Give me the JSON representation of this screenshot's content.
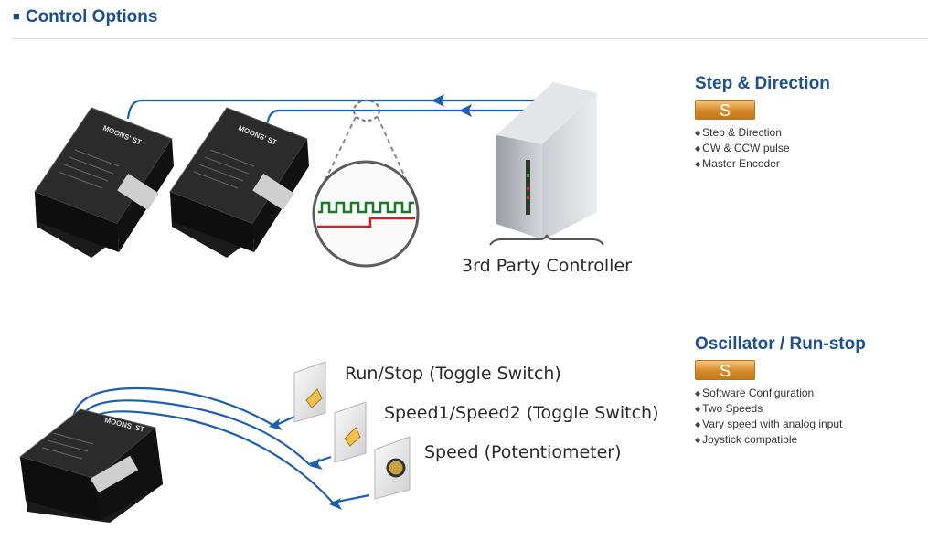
{
  "section": {
    "marker": "■",
    "title": "Control Options"
  },
  "step_direction": {
    "title": "Step & Direction",
    "badge": "S",
    "items": [
      "Step & Direction",
      "CW & CCW pulse",
      "Master Encoder"
    ]
  },
  "oscillator": {
    "title": "Oscillator / Run-stop",
    "badge": "S",
    "items": [
      "Software Configuration",
      "Two Speeds",
      "Vary speed with analog input",
      "Joystick compatible"
    ]
  },
  "diagram": {
    "controller_label": "3rd Party Controller",
    "drive_brand": "MOONS' ST",
    "inputs": [
      "Run/Stop (Toggle Switch)",
      "Speed1/Speed2 (Toggle Switch)",
      "Speed (Potentiometer)"
    ]
  },
  "colors": {
    "title_blue": "#1d4f91",
    "wire_blue": "#1f5fb0",
    "badge_orange": "#d58b2a",
    "signal_green": "#1a7a2a",
    "signal_red": "#c0282a"
  }
}
